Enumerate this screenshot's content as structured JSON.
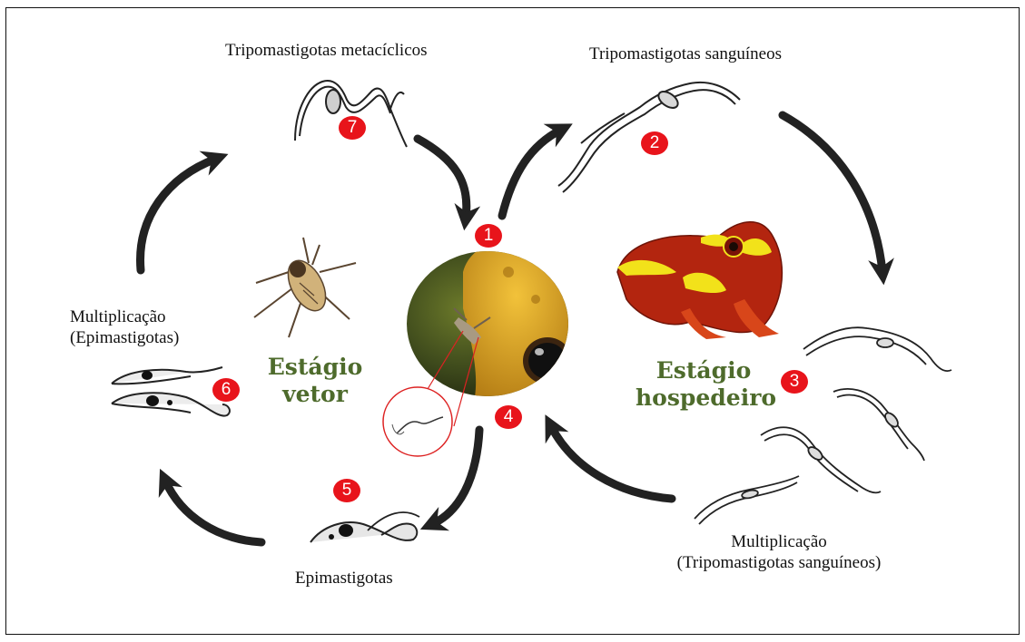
{
  "labels": {
    "metacyclic": "Tripomastigotas metacíclicos",
    "blood": "Tripomastigotas  sanguíneos",
    "mult_epi_line1": "Multiplicação",
    "mult_epi_line2": "(Epimastigotas)",
    "epimastigotes": "Epimastigotas",
    "mult_tripo_line1": "Multiplicação",
    "mult_tripo_line2": "(Tripomastigotas sanguíneos)"
  },
  "stages": {
    "vector_line1": "Estágio",
    "vector_line2": "vetor",
    "host_line1": "Estágio",
    "host_line2": "hospedeiro"
  },
  "steps": [
    "1",
    "2",
    "3",
    "4",
    "5",
    "6",
    "7"
  ],
  "colors": {
    "badge": "#e8141b",
    "stage_text": "#4e6b2c",
    "arrow": "#222222",
    "frog_body": "#b3250f",
    "frog_markings": "#f2e21a",
    "photo_skin": "#d49a1c"
  }
}
